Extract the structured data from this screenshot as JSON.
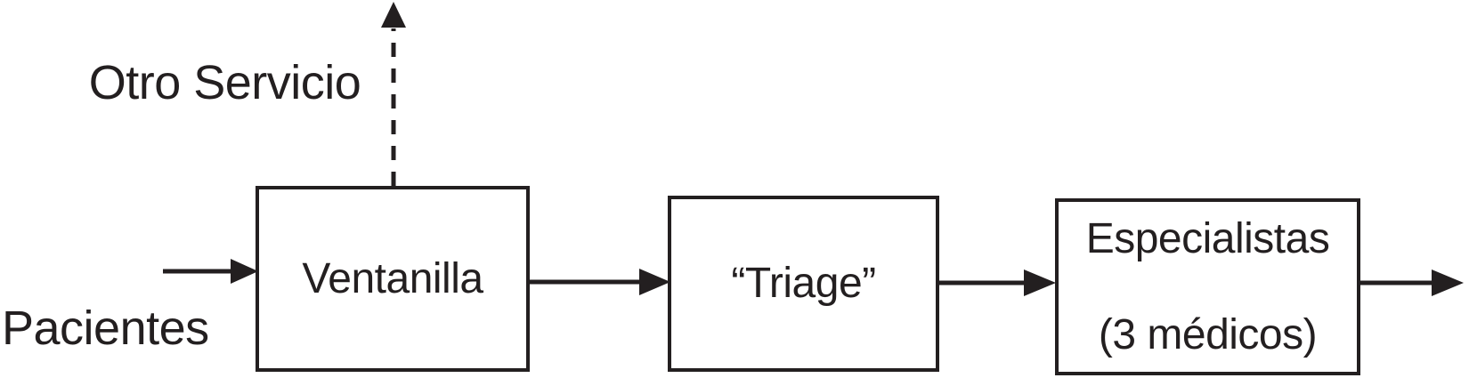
{
  "colors": {
    "ink": "#231f20",
    "background": "#ffffff"
  },
  "diagram": {
    "external_labels": {
      "patients": "Pacientes",
      "other_service": "Otro Servicio"
    },
    "nodes": {
      "ventanilla": {
        "label": "Ventanilla"
      },
      "triage": {
        "label": "“Triage”"
      },
      "especialistas": {
        "line1": "Especialistas",
        "line2": "(3 médicos)"
      }
    },
    "arrows": [
      {
        "name": "pacientes-to-ventanilla",
        "style": "solid"
      },
      {
        "name": "ventanilla-to-otro-servicio",
        "style": "dashed"
      },
      {
        "name": "ventanilla-to-triage",
        "style": "solid"
      },
      {
        "name": "triage-to-especialistas",
        "style": "solid"
      },
      {
        "name": "especialistas-exit",
        "style": "solid"
      }
    ]
  }
}
